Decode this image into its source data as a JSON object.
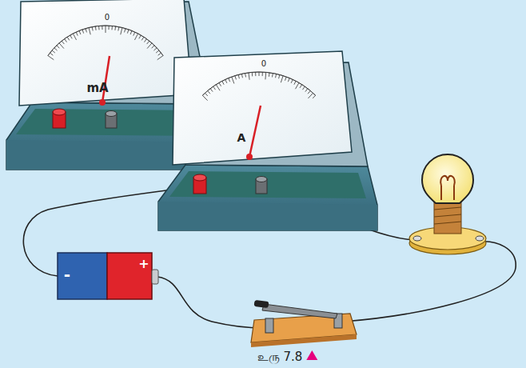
{
  "diagram": {
    "caption": "உரு 7.8",
    "labels": [
      "0",
      "mA",
      "0",
      "A",
      "-",
      "+"
    ]
  }
}
